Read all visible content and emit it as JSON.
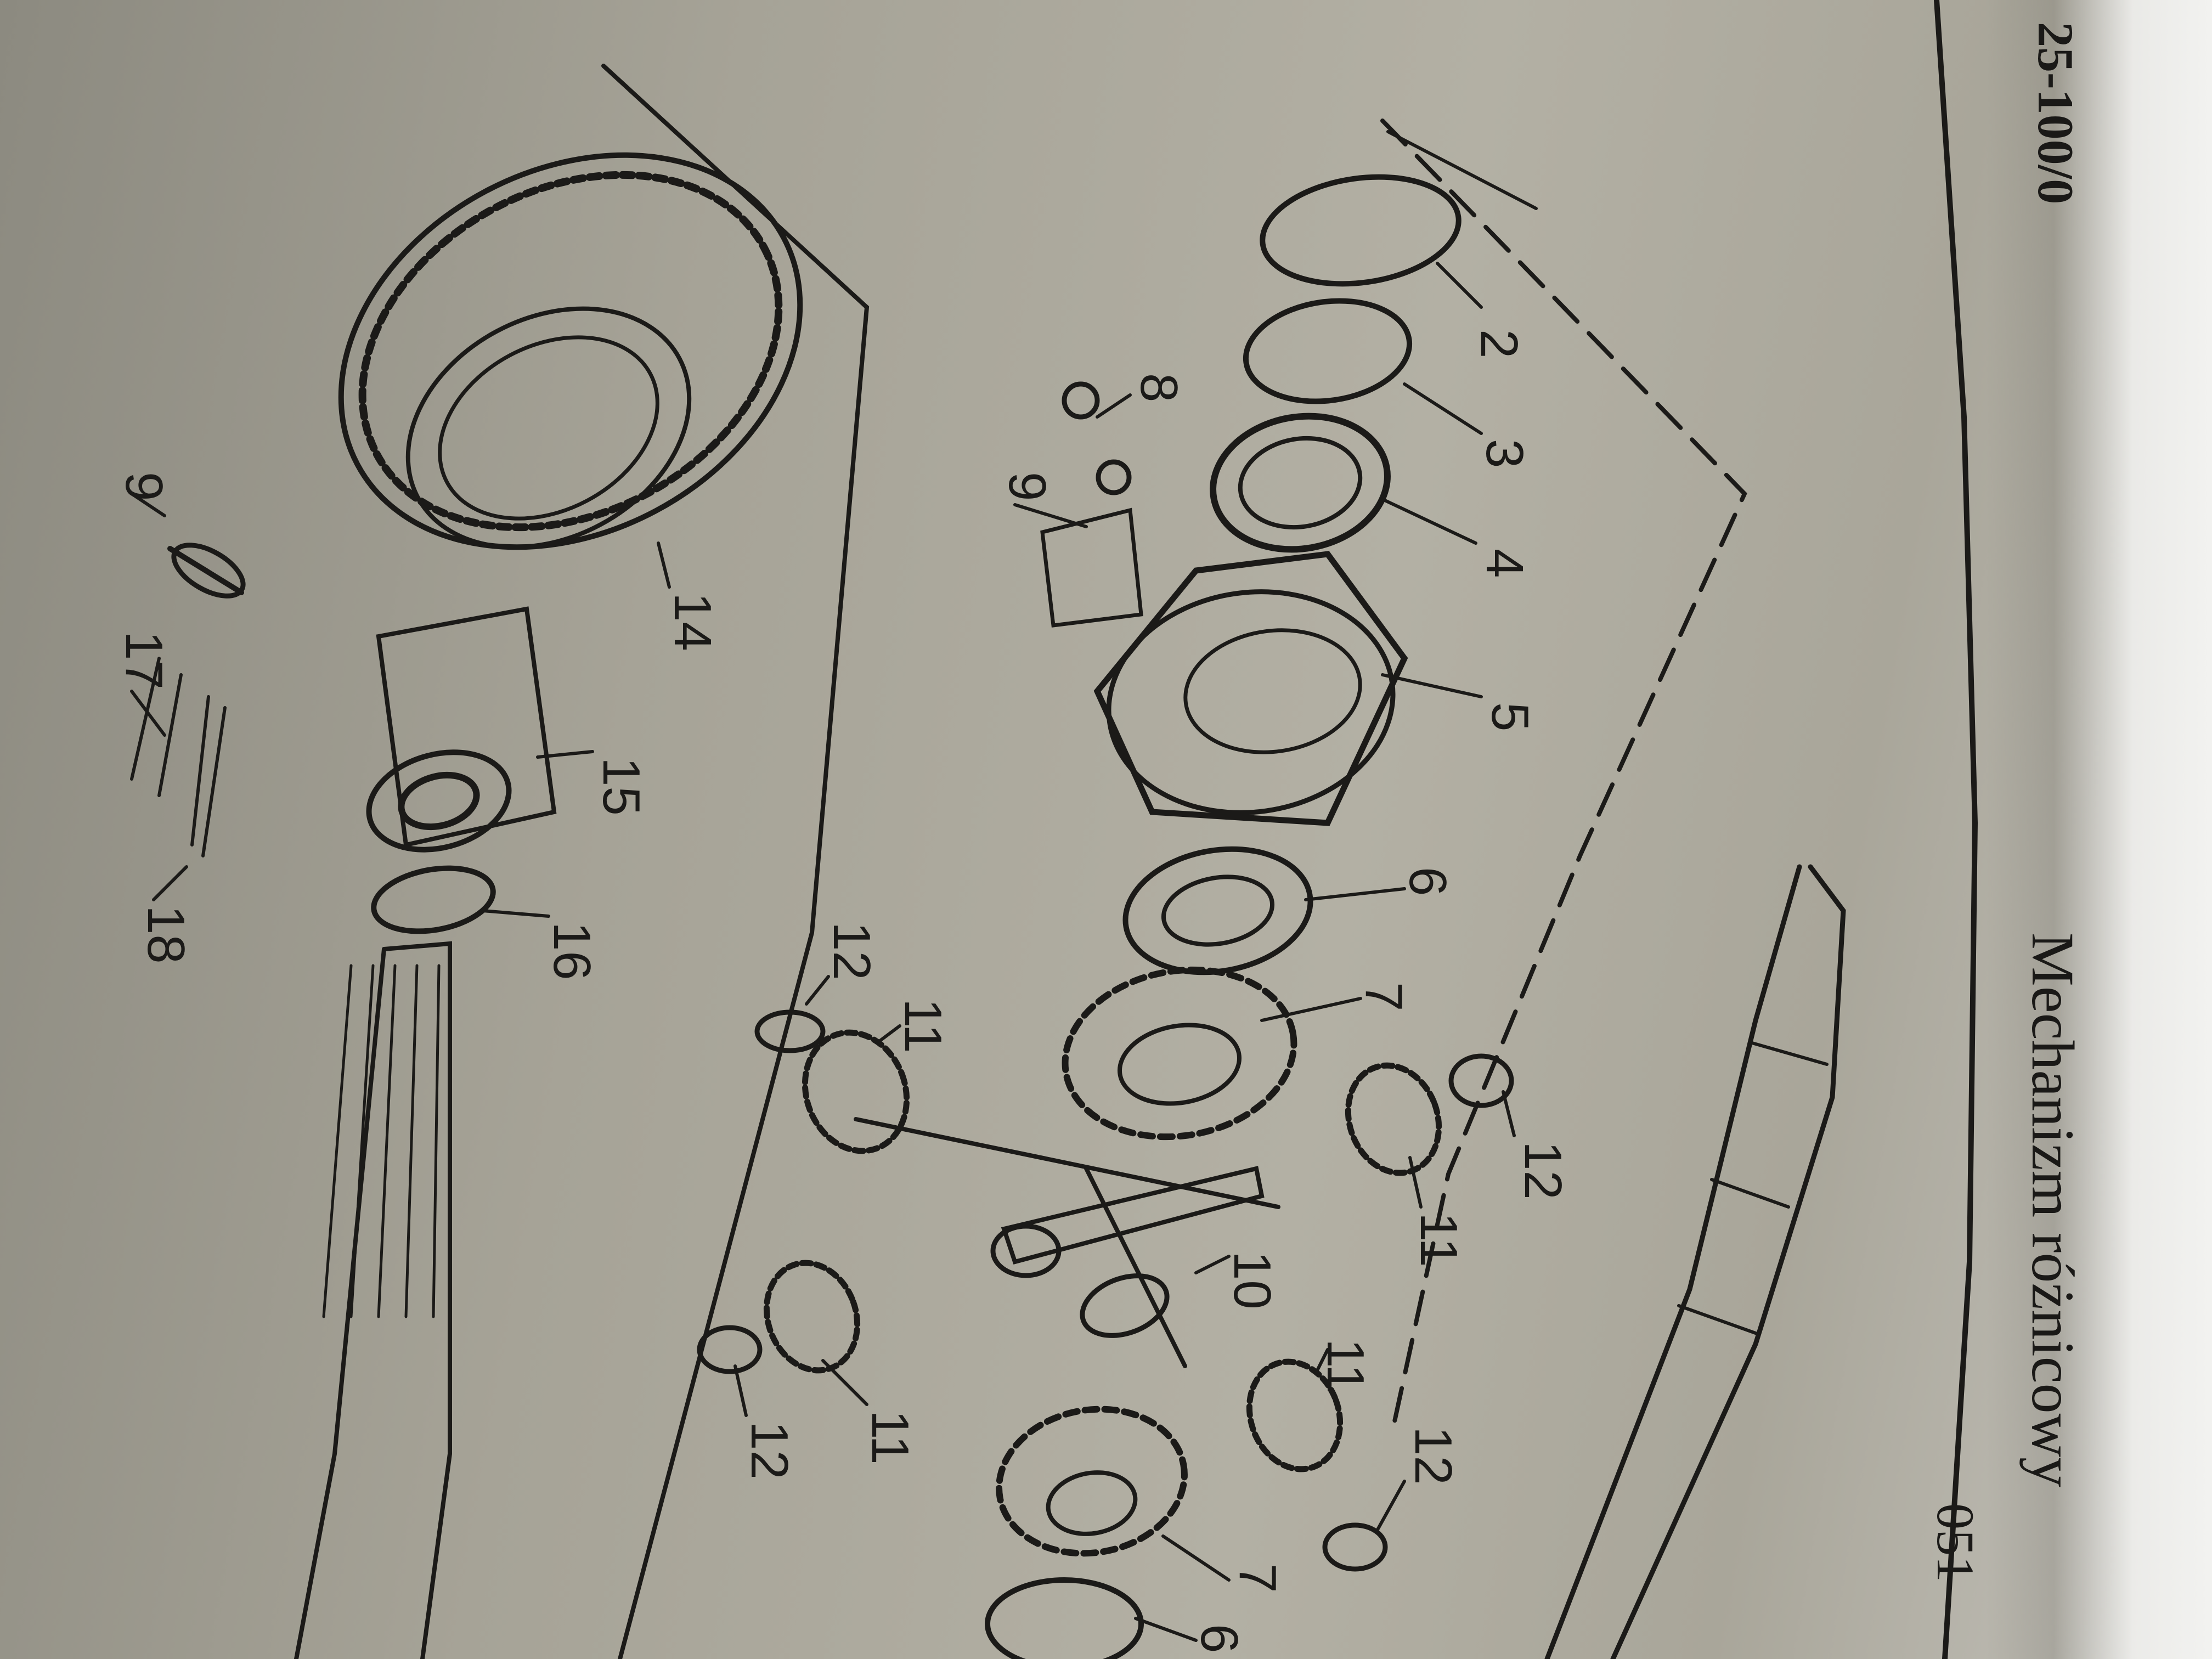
{
  "header": {
    "code": "25-100/0",
    "title": "Mechanizm różnicowy",
    "partial": "051"
  },
  "callouts": [
    {
      "id": "c2",
      "label": "2"
    },
    {
      "id": "c3",
      "label": "3"
    },
    {
      "id": "c4",
      "label": "4"
    },
    {
      "id": "c5",
      "label": "5"
    },
    {
      "id": "c6a",
      "label": "6"
    },
    {
      "id": "c6b",
      "label": "6"
    },
    {
      "id": "c7a",
      "label": "7"
    },
    {
      "id": "c7b",
      "label": "7"
    },
    {
      "id": "c8",
      "label": "8"
    },
    {
      "id": "c9a",
      "label": "9"
    },
    {
      "id": "c9b",
      "label": "9"
    },
    {
      "id": "c10",
      "label": "10"
    },
    {
      "id": "c11a",
      "label": "11"
    },
    {
      "id": "c11b",
      "label": "11"
    },
    {
      "id": "c11c",
      "label": "11"
    },
    {
      "id": "c11d",
      "label": "11"
    },
    {
      "id": "c12a",
      "label": "12"
    },
    {
      "id": "c12b",
      "label": "12"
    },
    {
      "id": "c12c",
      "label": "12"
    },
    {
      "id": "c12d",
      "label": "12"
    },
    {
      "id": "c14",
      "label": "14"
    },
    {
      "id": "c15",
      "label": "15"
    },
    {
      "id": "c16",
      "label": "16"
    },
    {
      "id": "c17",
      "label": "17"
    },
    {
      "id": "c18",
      "label": "18"
    }
  ]
}
